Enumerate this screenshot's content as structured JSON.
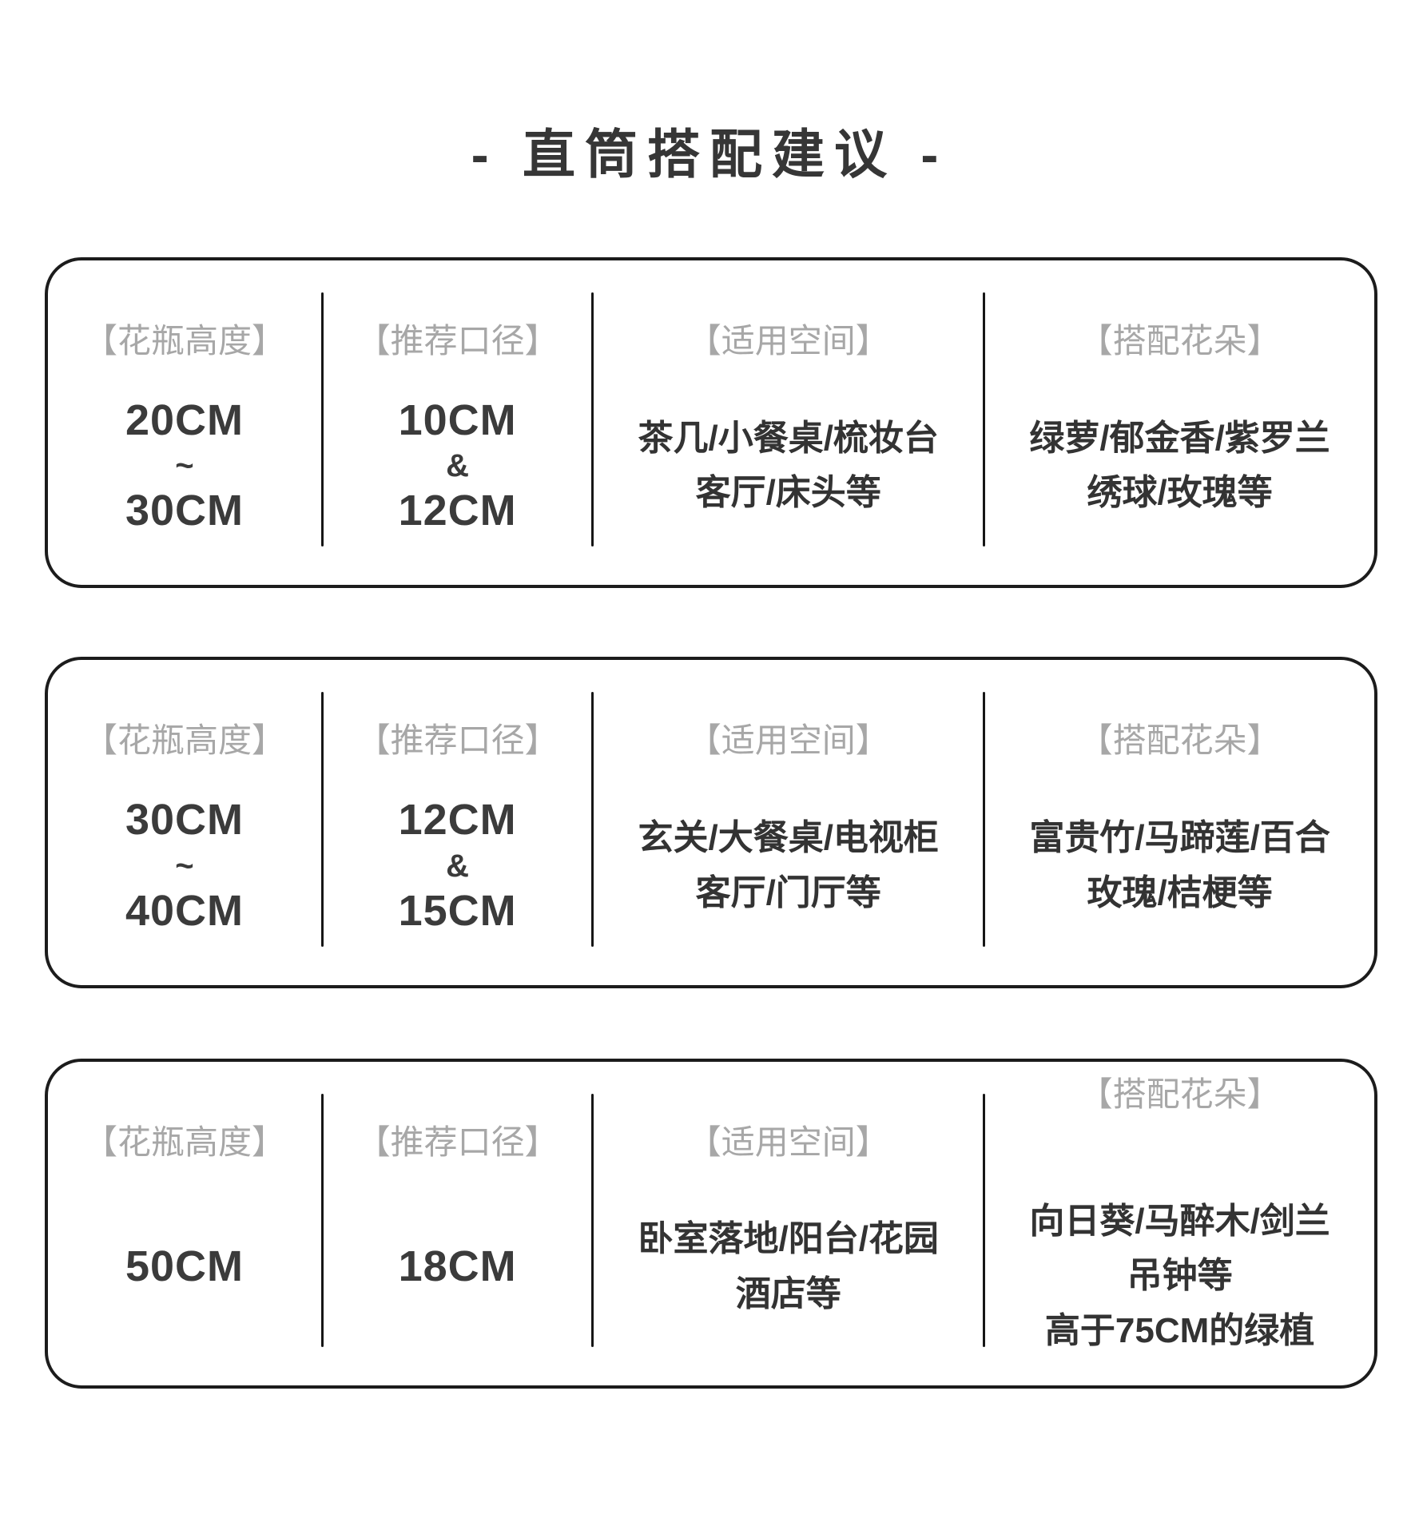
{
  "page": {
    "title": "- 直筒搭配建议 -"
  },
  "colors": {
    "background": "#ffffff",
    "title_text": "#363636",
    "body_text": "#333333",
    "muted_header_text": "#a7a7a7",
    "card_border": "#1c1c1c"
  },
  "table": {
    "headers": [
      "【花瓶高度】",
      "【推荐口径】",
      "【适用空间】",
      "【搭配花朵】"
    ],
    "cards": [
      {
        "vase_height": [
          "20CM",
          "~",
          "30CM"
        ],
        "diameter": [
          "10CM",
          "&",
          "12CM"
        ],
        "spaces": [
          "茶几/小餐桌/梳妆台",
          "客厅/床头等"
        ],
        "flowers": [
          "绿萝/郁金香/紫罗兰",
          "绣球/玫瑰等"
        ]
      },
      {
        "vase_height": [
          "30CM",
          "~",
          "40CM"
        ],
        "diameter": [
          "12CM",
          "&",
          "15CM"
        ],
        "spaces": [
          "玄关/大餐桌/电视柜",
          "客厅/门厅等"
        ],
        "flowers": [
          "富贵竹/马蹄莲/百合",
          "玫瑰/桔梗等"
        ]
      },
      {
        "vase_height": [
          "50CM"
        ],
        "diameter": [
          "18CM"
        ],
        "spaces": [
          "卧室落地/阳台/花园",
          "酒店等"
        ],
        "flowers": [
          "向日葵/马醉木/剑兰",
          "吊钟等",
          "高于75CM的绿植"
        ]
      }
    ]
  }
}
